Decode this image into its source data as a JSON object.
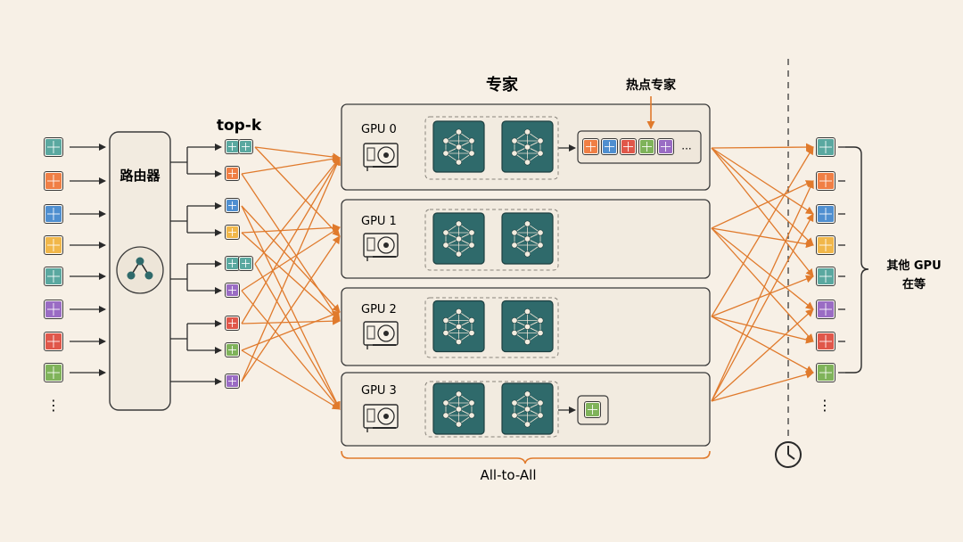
{
  "colors": {
    "background": "#f7f0e6",
    "panel": "#f2ebe0",
    "border": "#3a3a3a",
    "orange": "#e07a2c",
    "expert_bg": "#2f6a6b",
    "teal": "#5aa8a0",
    "orange_tok": "#f07f45",
    "blue": "#4f8fd0",
    "yellow": "#f1b74a",
    "purple": "#9a6cc4",
    "red": "#e0574a",
    "green": "#7fb35a"
  },
  "router": {
    "label": "路由器",
    "icon": "router-network-icon"
  },
  "topk_label": "top-k",
  "experts_title": "专家",
  "hot_experts_label": "热点专家",
  "gpus": [
    {
      "label": "GPU 0",
      "icon": "gpu-card-icon"
    },
    {
      "label": "GPU 1",
      "icon": "gpu-card-icon"
    },
    {
      "label": "GPU 2",
      "icon": "gpu-card-icon"
    },
    {
      "label": "GPU 3",
      "icon": "gpu-card-icon"
    }
  ],
  "expert_icon": "neural-network-icon",
  "all_to_all_label": "All-to-All",
  "waiting_label_line1": "其他 GPU",
  "waiting_label_line2": "在等",
  "clock_icon": "clock-icon",
  "input_tokens": [
    "teal",
    "orange_tok",
    "blue",
    "yellow",
    "teal",
    "purple",
    "red",
    "green"
  ],
  "topk_groups": [
    [
      [
        "teal",
        "teal"
      ],
      [
        "orange_tok"
      ]
    ],
    [
      [
        "blue"
      ],
      [
        "yellow"
      ]
    ],
    [
      [
        "teal",
        "teal"
      ],
      [
        "purple"
      ]
    ],
    [
      [
        "red"
      ],
      [
        "green"
      ]
    ],
    [
      [
        "purple"
      ]
    ]
  ],
  "hot_queue_tokens": [
    "orange_tok",
    "blue",
    "red",
    "green",
    "purple"
  ],
  "hot_queue_more": "···",
  "gpu3_queue_tokens": [
    "green"
  ],
  "output_tokens": [
    "teal",
    "orange_tok",
    "blue",
    "yellow",
    "teal",
    "purple",
    "red",
    "green"
  ],
  "ellipsis": "⋮"
}
